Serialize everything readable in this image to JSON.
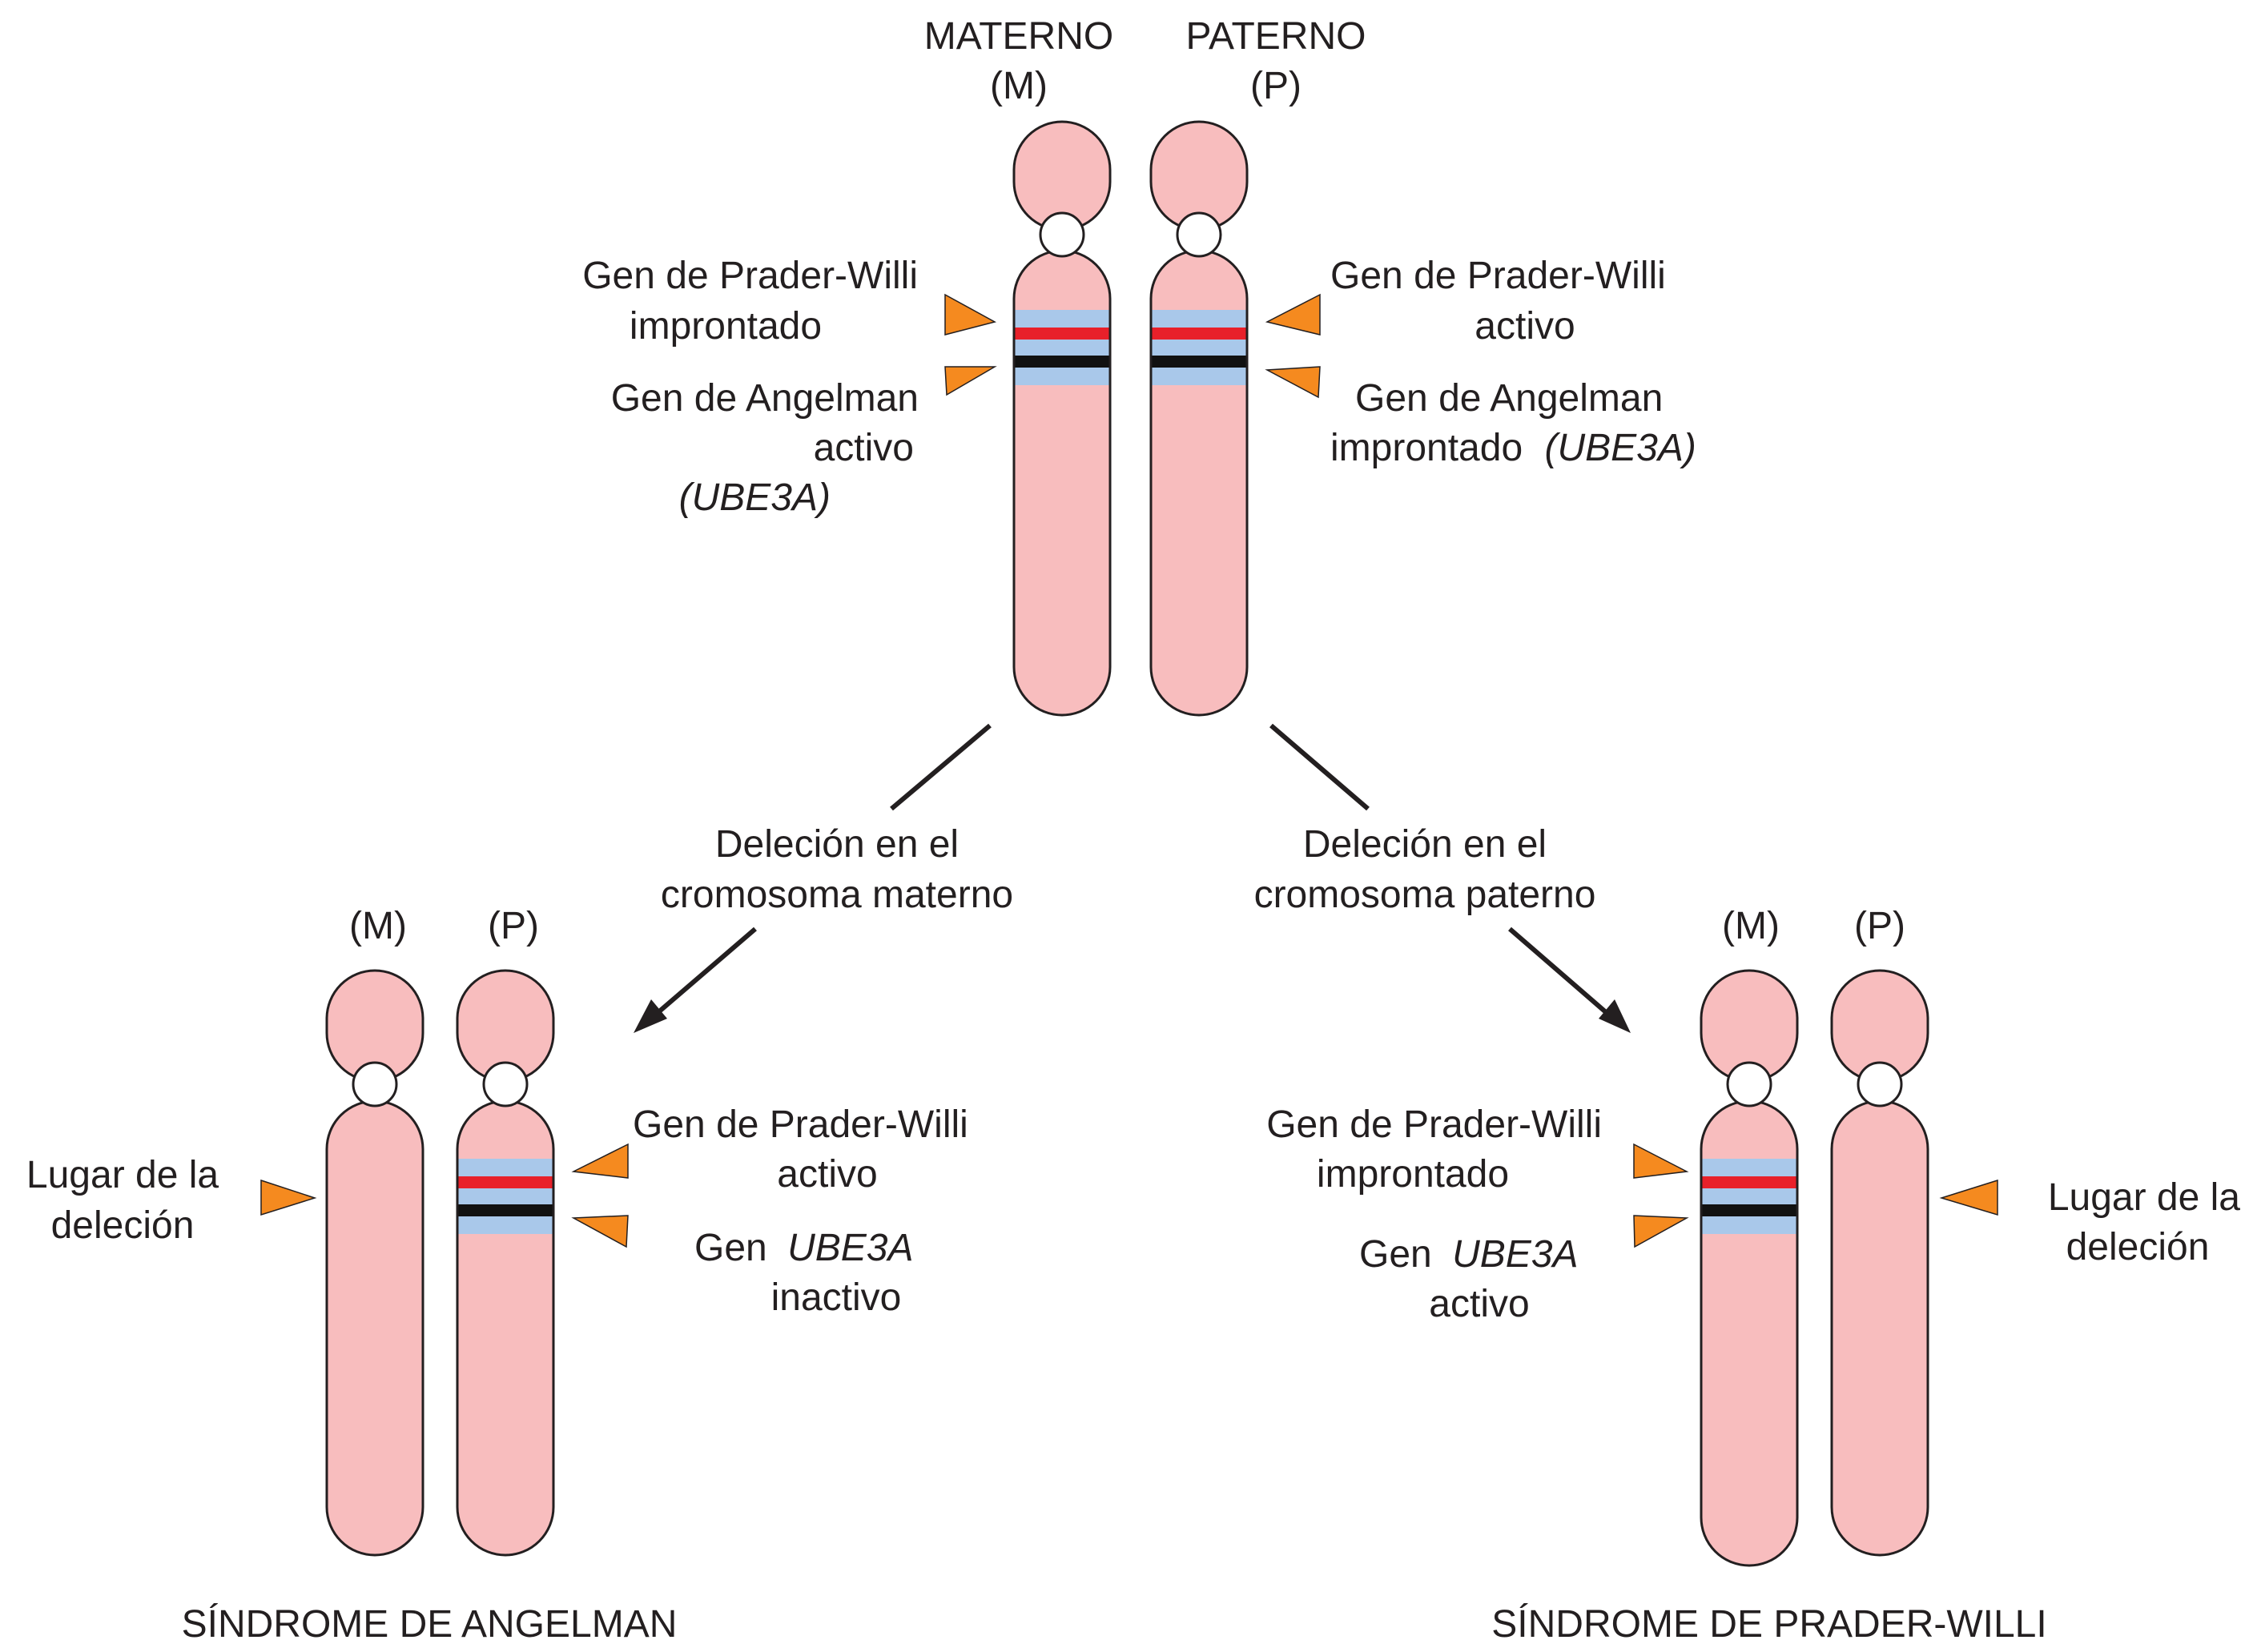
{
  "colors": {
    "chromosome": "#f8bdbe",
    "outline": "#231f20",
    "centromere": "#ffffff",
    "band_light": "#a9c8ea",
    "band_red": "#e8202a",
    "band_black": "#111111",
    "pointer": "#f58a1f",
    "text": "#231f20"
  },
  "top": {
    "maternal_heading": "MATERNO",
    "maternal_code": "(M)",
    "paternal_heading": "PATERNO",
    "paternal_code": "(P)",
    "left_labels": {
      "pw_line1": "Gen de Prader-Willi",
      "pw_line2": "improntado",
      "ang_line1": "Gen de Angelman",
      "ang_line2": "activo",
      "ang_line3": "(UBE3A)"
    },
    "right_labels": {
      "pw_line1": "Gen de Prader-Willi",
      "pw_line2": "activo",
      "ang_line1": "Gen de Angelman",
      "ang_line2": "improntado",
      "ang_gene": "(UBE3A)"
    }
  },
  "deletions": {
    "maternal_line1": "Deleción en el",
    "maternal_line2": "cromosoma materno",
    "paternal_line1": "Deleción en el",
    "paternal_line2": "cromosoma paterno"
  },
  "angelman": {
    "m_code": "(M)",
    "p_code": "(P)",
    "deletion_line1": "Lugar de la",
    "deletion_line2": "deleción",
    "pw_line1": "Gen de Prader-Willi",
    "pw_line2": "activo",
    "gene_prefix": "Gen ",
    "gene_name": "UBE3A",
    "gene_line2": "inactivo",
    "syndrome": "SÍNDROME DE ANGELMAN"
  },
  "praderwilli": {
    "m_code": "(M)",
    "p_code": "(P)",
    "pw_line1": "Gen de Prader-Willi",
    "pw_line2": "improntado",
    "gene_prefix": "Gen ",
    "gene_name": "UBE3A",
    "gene_line2": "activo",
    "deletion_line1": "Lugar de la",
    "deletion_line2": "deleción",
    "syndrome": "SÍNDROME DE PRADER-WILLI"
  }
}
